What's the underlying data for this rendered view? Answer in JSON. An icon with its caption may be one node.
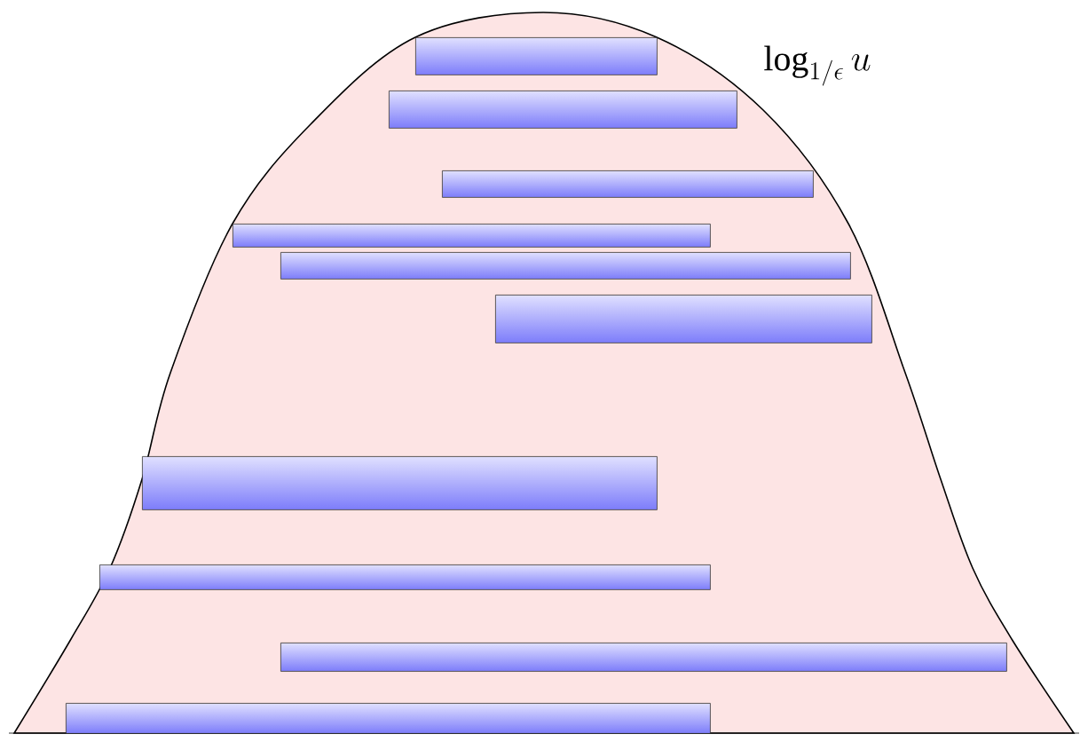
{
  "diagram": {
    "nodes": [
      {
        "text": [],
        "shape": "bar"
      },
      {
        "text": [],
        "shape": "bar"
      },
      {
        "text": [],
        "shape": "bar"
      },
      {
        "text": [],
        "shape": "bar"
      },
      {
        "text": [],
        "shape": "bar"
      },
      {
        "text": [],
        "shape": "bar"
      },
      {
        "text": [],
        "shape": "bar"
      },
      {
        "text": [],
        "shape": "bar"
      },
      {
        "text": [],
        "shape": "bar"
      },
      {
        "text": [],
        "shape": "bar"
      }
    ],
    "labels": [
      "\\log_{1/\\epsilon} u"
    ]
  }
}
